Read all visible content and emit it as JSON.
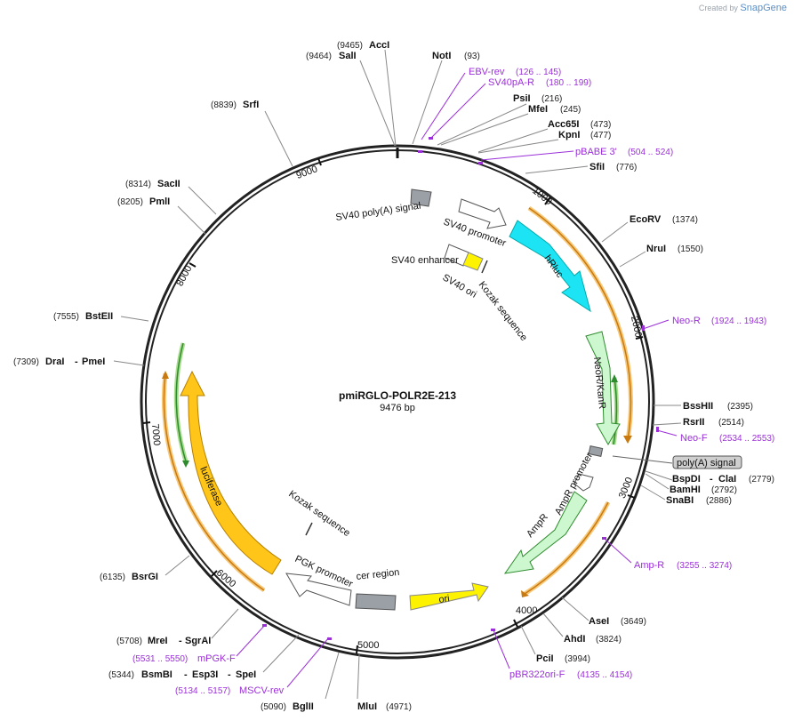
{
  "credit": {
    "prefix": "Created by",
    "brand": "SnapGene"
  },
  "plasmid": {
    "name": "pmiRGLO-POLR2E-213",
    "length": "9476 bp"
  },
  "colors": {
    "backbone": "#222222",
    "primer": "#9b30d9",
    "orf_orange": "#f0a030",
    "orf_green": "#4caf50"
  },
  "sites": [
    {
      "name": "AccI",
      "pos": "(9465)"
    },
    {
      "name": "SalI",
      "pos": "(9464)"
    },
    {
      "name": "NotI",
      "pos": "(93)"
    },
    {
      "name": "PsiI",
      "pos": "(216)"
    },
    {
      "name": "MfeI",
      "pos": "(245)"
    },
    {
      "name": "Acc65I",
      "pos": "(473)"
    },
    {
      "name": "KpnI",
      "pos": "(477)"
    },
    {
      "name": "SfiI",
      "pos": "(776)"
    },
    {
      "name": "EcoRV",
      "pos": "(1374)"
    },
    {
      "name": "NruI",
      "pos": "(1550)"
    },
    {
      "name": "BssHII",
      "pos": "(2395)"
    },
    {
      "name": "RsrII",
      "pos": "(2514)"
    },
    {
      "name": "BspDI",
      "name2": "ClaI",
      "pos": "(2779)"
    },
    {
      "name": "BamHI",
      "pos": "(2792)"
    },
    {
      "name": "SnaBI",
      "pos": "(2886)"
    },
    {
      "name": "AseI",
      "pos": "(3649)"
    },
    {
      "name": "AhdI",
      "pos": "(3824)"
    },
    {
      "name": "PciI",
      "pos": "(3994)"
    },
    {
      "name": "MluI",
      "pos": "(4971)"
    },
    {
      "name": "BglII",
      "pos": "(5090)"
    },
    {
      "name": "BsmBI",
      "name2": "Esp3I",
      "name3": "SpeI",
      "pos": "(5344)"
    },
    {
      "name": "MreI",
      "name2": "SgrAI",
      "pos": "(5708)"
    },
    {
      "name": "BsrGI",
      "pos": "(6135)"
    },
    {
      "name": "DraI",
      "name2": "PmeI",
      "pos": "(7309)"
    },
    {
      "name": "BstEII",
      "pos": "(7555)"
    },
    {
      "name": "PmlI",
      "pos": "(8205)"
    },
    {
      "name": "SacII",
      "pos": "(8314)"
    },
    {
      "name": "SrfI",
      "pos": "(8839)"
    }
  ],
  "primers": [
    {
      "name": "EBV-rev",
      "range": "(126 .. 145)"
    },
    {
      "name": "SV40pA-R",
      "range": "(180 .. 199)"
    },
    {
      "name": "pBABE 3'",
      "range": "(504 .. 524)"
    },
    {
      "name": "Neo-R",
      "range": "(1924 .. 1943)"
    },
    {
      "name": "Neo-F",
      "range": "(2534 .. 2553)"
    },
    {
      "name": "Amp-R",
      "range": "(3255 .. 3274)"
    },
    {
      "name": "pBR322ori-F",
      "range": "(4135 .. 4154)"
    },
    {
      "name": "MSCV-rev",
      "range": "(5134 .. 5157)"
    },
    {
      "name": "mPGK-F",
      "range": "(5531 .. 5550)"
    }
  ],
  "features": {
    "sv40_polya": "SV40 poly(A) signal",
    "sv40_promoter": "SV40 promoter",
    "hrluc": "hRluc",
    "sv40_enhancer": "SV40 enhancer",
    "sv40_ori": "SV40 ori",
    "kozak1": "Kozak sequence",
    "neo": "NeoR/KanR",
    "polya": "poly(A) signal",
    "ampr_promoter": "AmpR promoter",
    "ampr": "AmpR",
    "ori": "ori",
    "cer": "cer region",
    "pgk": "PGK promoter",
    "kozak2": "Kozak sequence",
    "luciferase": "luciferase"
  },
  "ticks": [
    "1000",
    "2000",
    "3000",
    "4000",
    "5000",
    "6000",
    "7000",
    "8000",
    "9000"
  ]
}
